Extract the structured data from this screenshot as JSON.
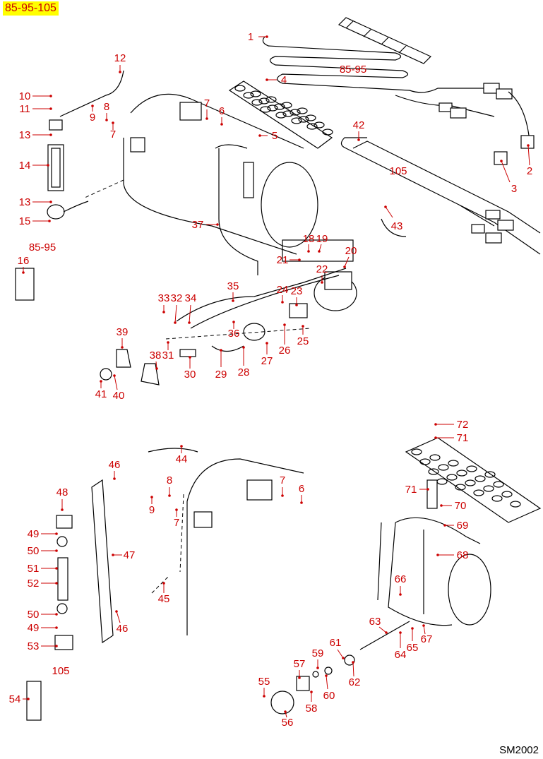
{
  "header": {
    "model_badge": "85-95-105"
  },
  "footer": {
    "drawing_code": "SM2002"
  },
  "section_labels": [
    "85-95",
    "105",
    "85-95",
    "105"
  ],
  "callouts": [
    "1",
    "4",
    "12",
    "10",
    "11",
    "7",
    "8",
    "6",
    "9",
    "7",
    "13",
    "5",
    "42",
    "14",
    "2",
    "3",
    "13",
    "15",
    "37",
    "43",
    "18",
    "19",
    "20",
    "21",
    "16",
    "22",
    "35",
    "24",
    "23",
    "33",
    "32",
    "34",
    "36",
    "39",
    "25",
    "26",
    "38",
    "31",
    "27",
    "28",
    "29",
    "30",
    "41",
    "40",
    "72",
    "71",
    "44",
    "46",
    "48",
    "8",
    "7",
    "6",
    "71",
    "9",
    "70",
    "7",
    "69",
    "49",
    "50",
    "47",
    "68",
    "51",
    "52",
    "66",
    "45",
    "50",
    "63",
    "49",
    "46",
    "67",
    "53",
    "65",
    "64",
    "61",
    "59",
    "57",
    "62",
    "60",
    "55",
    "58",
    "54",
    "56"
  ],
  "colors": {
    "callout": "#cc0000",
    "badge_bg": "#ffff00",
    "line_art": "#000000"
  }
}
